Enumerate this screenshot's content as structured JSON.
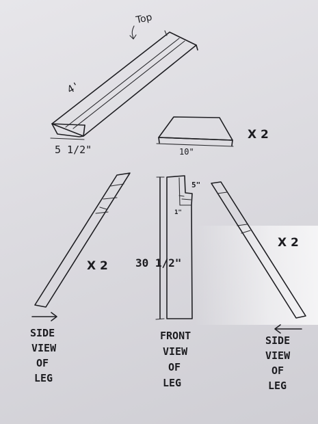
{
  "labels": {
    "top": "Top",
    "length_4ft": "4'",
    "width_5_5": "5 1/2\"",
    "width_10": "10\"",
    "x2_block": "X 2",
    "x2_left_leg": "X 2",
    "x2_right_leg": "X 2",
    "height_30_5": "30 1/2\"",
    "notch_5": "5\"",
    "notch_1": "1\"",
    "side_view_left": [
      "SIDE",
      "VIEW",
      "OF",
      "LEG"
    ],
    "front_view": [
      "FRONT",
      "VIEW",
      "OF",
      "LEG"
    ],
    "side_view_right": [
      "SIDE",
      "VIEW",
      "OF",
      "LEG"
    ]
  },
  "colors": {
    "ink": "#1e1e22",
    "paper": "#dcdbe0"
  }
}
